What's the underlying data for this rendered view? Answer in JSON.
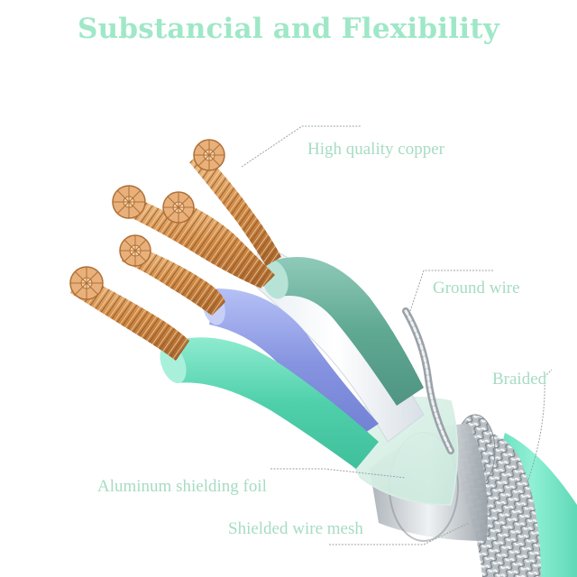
{
  "title": "Substancial and Flexibility",
  "labels": {
    "copper": "High quality copper",
    "ground": "Ground wire",
    "braided": "Braided",
    "foil": "Aluminum shielding foil",
    "mesh": "Shielded wire mesh"
  },
  "colors": {
    "title": "#9fe8c7",
    "label": "#a6dcc2",
    "green_insulation": "#5dd6b2",
    "teal_insulation": "#6fb5a3",
    "blue_insulation": "#8f9be3",
    "copper": "#d89a55",
    "outer_jacket": "#6fe3c3"
  }
}
